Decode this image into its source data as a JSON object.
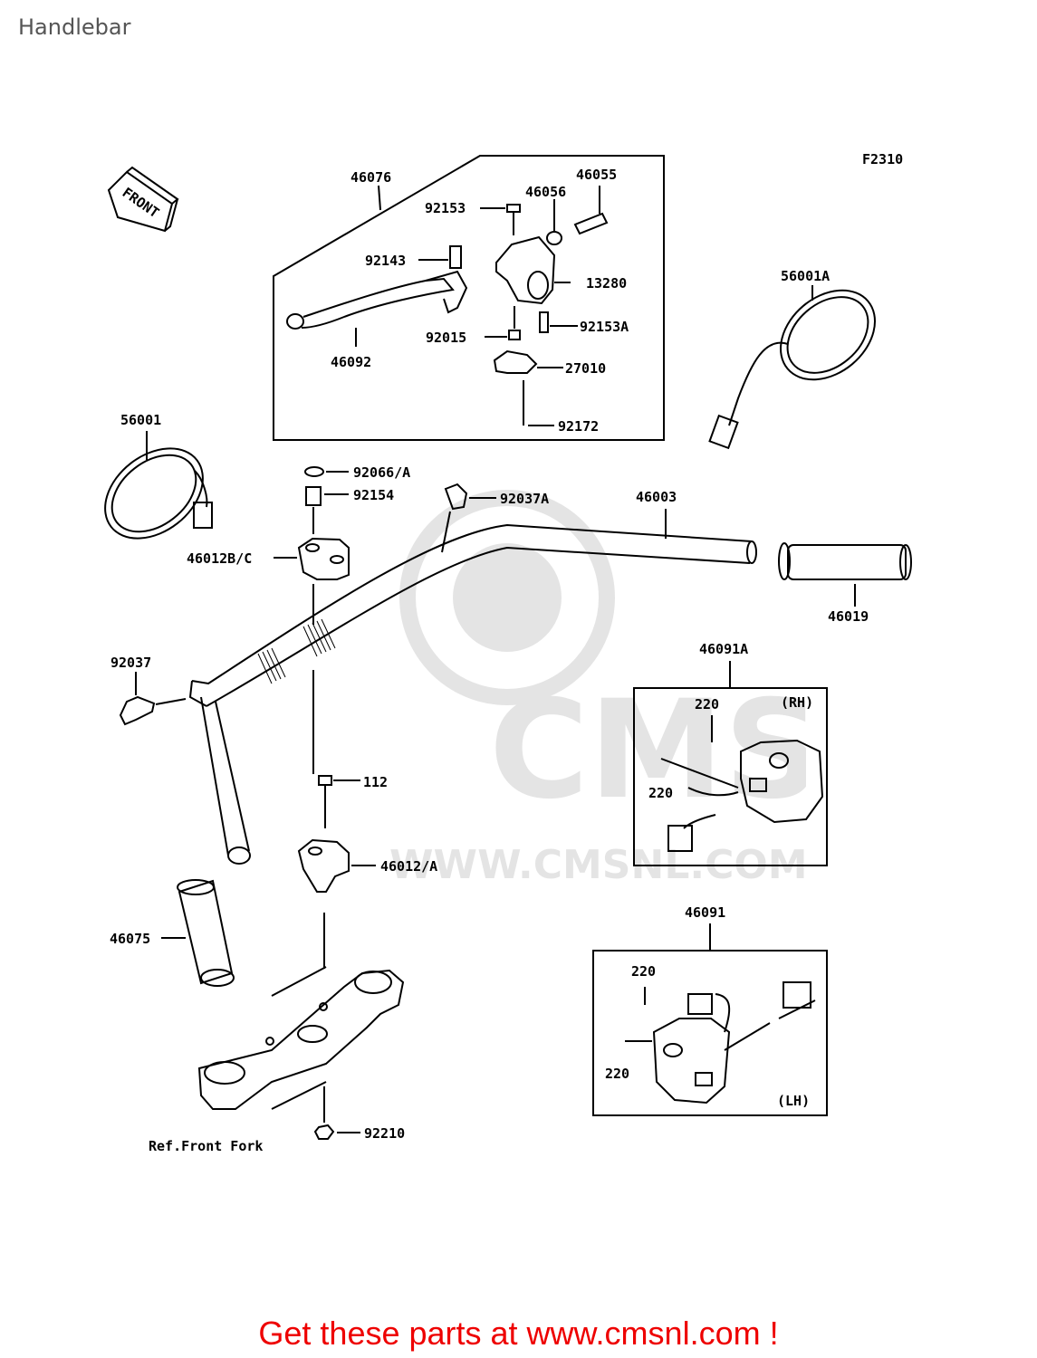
{
  "page": {
    "title": "Handlebar"
  },
  "figure": {
    "code": "F2310",
    "front_text": "FRONT"
  },
  "watermark": {
    "brand": "CMS",
    "url": "WWW.CMSNL.COM"
  },
  "labels": {
    "p46076": "46076",
    "p46055": "46055",
    "p46056": "46056",
    "p92153": "92153",
    "p92143": "92143",
    "p13280": "13280",
    "p92153a": "92153A",
    "p92015": "92015",
    "p46092": "46092",
    "p27010": "27010",
    "p92172": "92172",
    "p56001a": "56001A",
    "p56001": "56001",
    "p92066a": "92066/A",
    "p92154": "92154",
    "p92037a": "92037A",
    "p46003": "46003",
    "p46012bc": "46012B/C",
    "p46019": "46019",
    "p92037": "92037",
    "p46091a": "46091A",
    "rh": "(RH)",
    "p220_rh1": "220",
    "p220_rh2": "220",
    "p112": "112",
    "p46012a": "46012/A",
    "p46091": "46091",
    "p46075": "46075",
    "p220_lh1": "220",
    "p220_lh2": "220",
    "lh": "(LH)",
    "p92210": "92210",
    "ref_fork": "Ref.Front Fork"
  },
  "footer": {
    "text": "Get these parts at www.cmsnl.com !",
    "color": "#ee0000"
  }
}
